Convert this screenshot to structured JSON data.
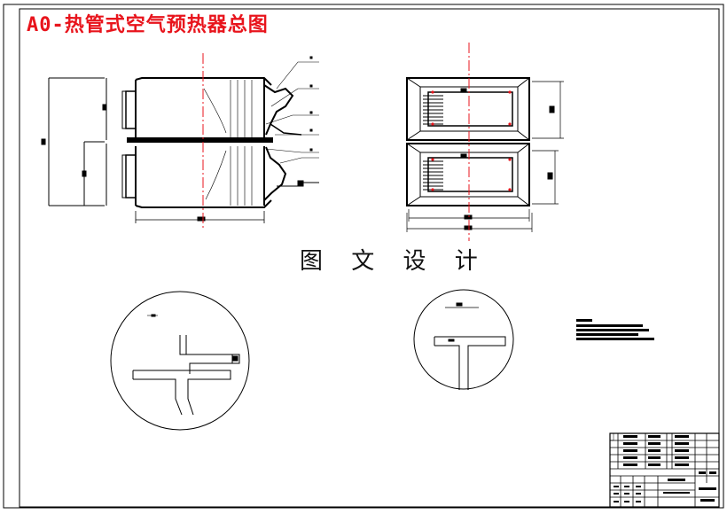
{
  "drawing": {
    "title": "A0-热管式空气预热器总图",
    "watermark": "图 文 设 计"
  },
  "colors": {
    "line": "#000000",
    "centerline": "#e8141c",
    "title": "#e8141c",
    "background": "#ffffff"
  },
  "views": {
    "front_elevation": "main-view",
    "side_elevation": "side-view",
    "detail_a": "detail-circle",
    "detail_b": "detail-circle",
    "notes": "technical-notes",
    "title_block": "title-block-table"
  }
}
